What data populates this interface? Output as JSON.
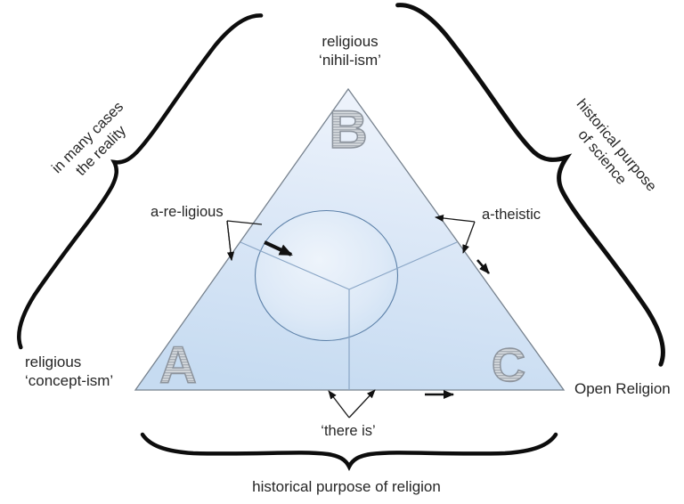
{
  "diagram": {
    "top_label": {
      "line1": "religious",
      "line2": "‘nihil-ism’"
    },
    "left_label": {
      "line1": "religious",
      "line2": "‘concept-ism’"
    },
    "right_label": "Open Religion",
    "vertices": {
      "a": "A",
      "b": "B",
      "c": "C"
    },
    "callouts": {
      "a_religious": "a-re-ligious",
      "a_theistic": "a-theistic",
      "there_is": "‘there is’"
    },
    "braces": {
      "left": {
        "line1": "in many cases",
        "line2": "the reality"
      },
      "right": {
        "line1": "historical purpose",
        "line2": "of science"
      },
      "bottom": {
        "label": "historical purpose of religion"
      }
    },
    "colors": {
      "triangle_fill_top": "#edf3fb",
      "triangle_fill_bottom": "#c6dbf1",
      "circle_fill": "#dfeaf7",
      "shape_outline": "#77828e",
      "inner_lines": "#8aa6c6",
      "letter_gray": "#9aa1a9",
      "text": "#262626",
      "ink": "#111111"
    }
  }
}
